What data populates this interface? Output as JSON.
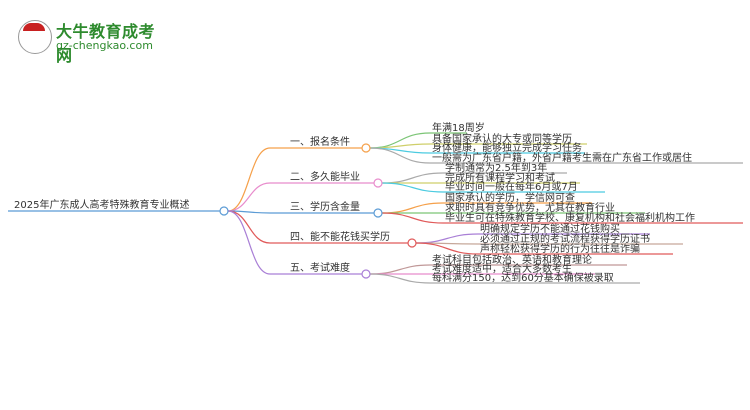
{
  "logo": {
    "brand": "大牛教育成考网",
    "url": "gz-chengkao.com",
    "mark": "大牛"
  },
  "root": "2025年广东成人高考特殊教育专业概述",
  "branches": [
    {
      "title": "一、报名条件",
      "color": "#f5a04a",
      "items": [
        "年满18周岁",
        "具备国家承认的大专或同等学历",
        "身体健康，能够独立完成学习任务",
        "一般需为广东省户籍，外省户籍考生需在广东省工作或居住"
      ]
    },
    {
      "title": "二、多久能毕业",
      "color": "#e88ccc",
      "items": [
        "学制通常为2.5年到3年",
        "完成所有课程学习和考试",
        "毕业时间一般在每年6月或7月"
      ]
    },
    {
      "title": "三、学历含金量",
      "color": "#5b9bd5",
      "items": [
        "国家承认的学历，学信网可查",
        "求职时具有竞争优势，尤其在教育行业",
        "毕业生可在特殊教育学校、康复机构和社会福利机构工作"
      ]
    },
    {
      "title": "四、能不能花钱买学历",
      "color": "#e05a5a",
      "items": [
        "明确规定学历不能通过花钱购买",
        "必须通过正规的考试流程获得学历证书",
        "声称轻松获得学历的行为往往是诈骗"
      ]
    },
    {
      "title": "五、考试难度",
      "color": "#a97fd6",
      "items": [
        "考试科目包括政治、英语和教育理论",
        "考试难度适中，适合大多数考生",
        "每科满分150，达到60分基本确保被录取"
      ]
    }
  ]
}
